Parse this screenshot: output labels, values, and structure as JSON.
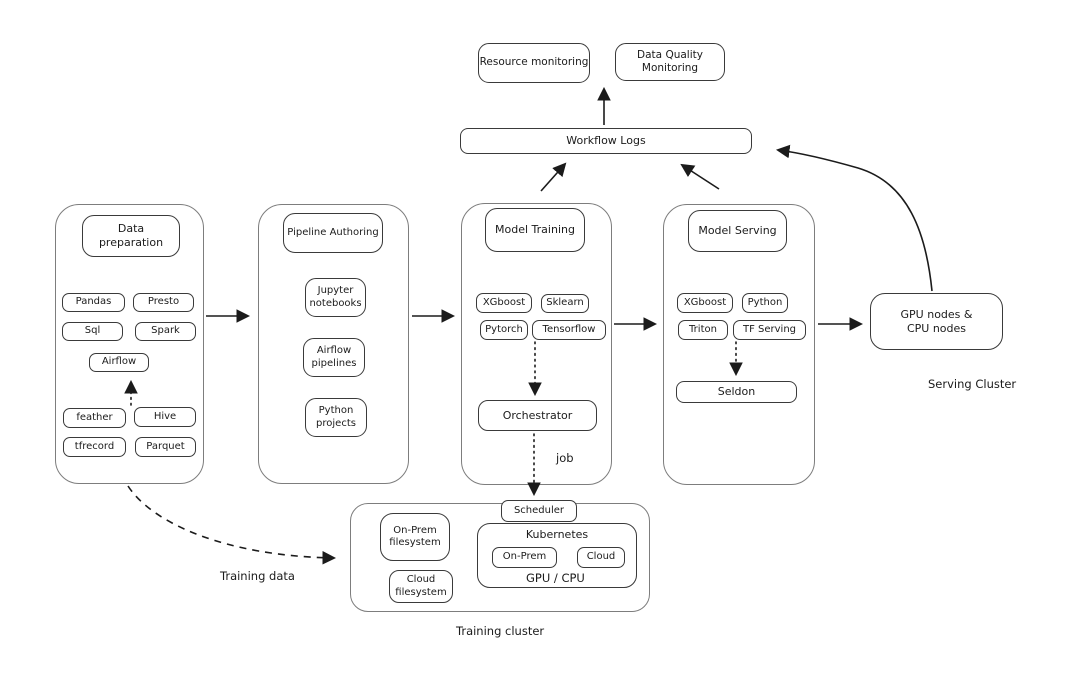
{
  "monitoring": {
    "resource_label": "Resource monitoring",
    "data_quality_label": "Data Quality\nMonitoring",
    "workflow_logs_label": "Workflow Logs"
  },
  "data_preparation": {
    "title": "Data\npreparation",
    "chips": [
      "Pandas",
      "Presto",
      "Sql",
      "Spark",
      "Airflow",
      "feather",
      "Hive",
      "tfrecord",
      "Parquet"
    ]
  },
  "pipeline_authoring": {
    "title": "Pipeline Authoring",
    "items": [
      "Jupyter\nnotebooks",
      "Airflow\npipelines",
      "Python\nprojects"
    ]
  },
  "model_training": {
    "title": "Model Training",
    "chips": [
      "XGboost",
      "Sklearn",
      "Pytorch",
      "Tensorflow"
    ],
    "orchestrator_label": "Orchestrator",
    "job_label": "job"
  },
  "model_serving": {
    "title": "Model Serving",
    "chips": [
      "XGboost",
      "Python",
      "Triton",
      "TF Serving"
    ],
    "seldon_label": "Seldon"
  },
  "serving_cluster": {
    "nodes_label": "GPU nodes &\nCPU nodes",
    "caption": "Serving Cluster"
  },
  "training_cluster": {
    "scheduler_label": "Scheduler",
    "onprem_fs_label": "On-Prem\nfilesystem",
    "cloud_fs_label": "Cloud\nfilesystem",
    "kubernetes_label": "Kubernetes",
    "k8s_chips": [
      "On-Prem",
      "Cloud"
    ],
    "gpu_cpu_label": "GPU / CPU",
    "caption": "Training cluster"
  },
  "edge_labels": {
    "training_data": "Training data"
  },
  "colors": {
    "background": "#ffffff",
    "container_border": "#7d7d7d",
    "box_border": "#3a3a3a",
    "arrow": "#1b1b1b",
    "text": "#1b1b1b"
  }
}
